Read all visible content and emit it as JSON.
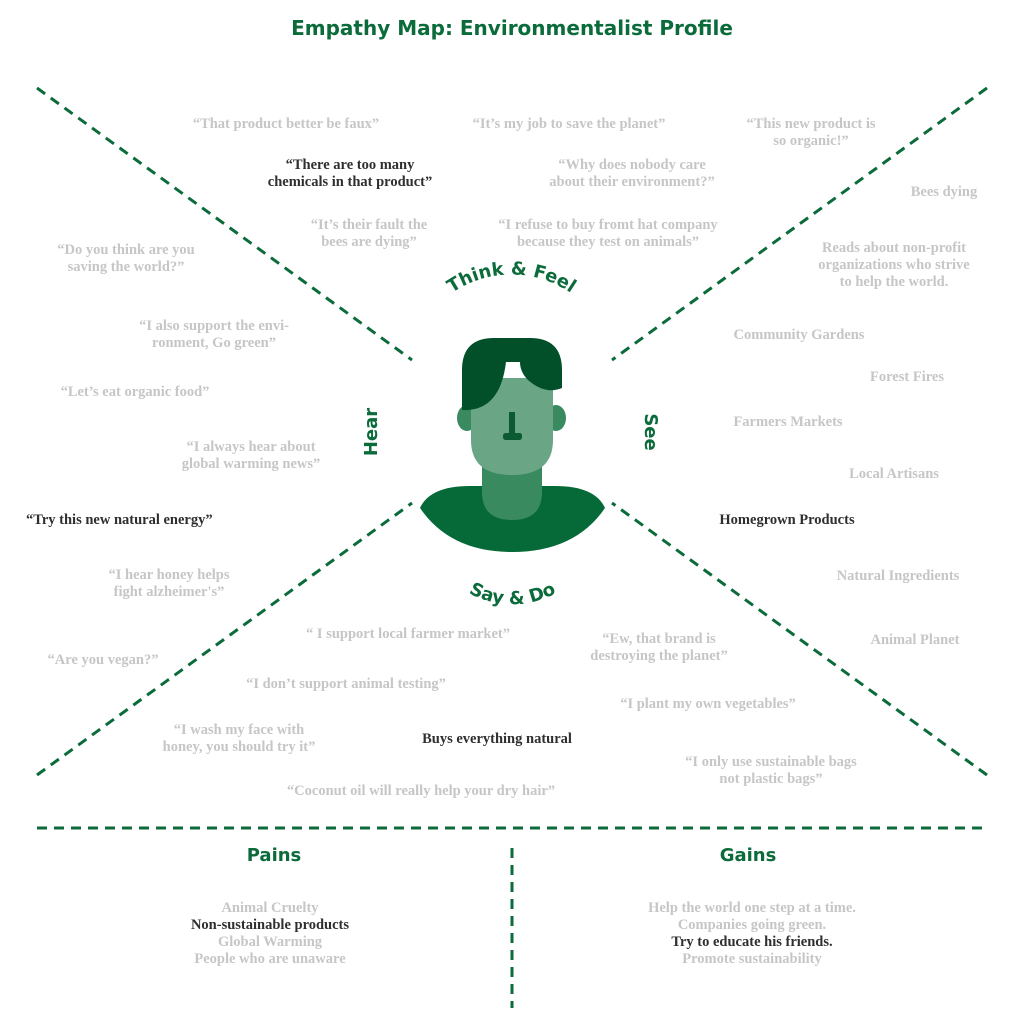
{
  "title": "Empathy Map: Environmentalist Profile",
  "colors": {
    "brand_green": "#0b6b3a",
    "muted_text": "#c6c6c6",
    "dark_text": "#2f2f2f"
  },
  "quadrant_labels": {
    "think_feel": "Think & Feel",
    "hear": "Hear",
    "see": "See",
    "say_do": "Say & Do"
  },
  "think_feel": [
    {
      "lines": [
        "“That product better be faux”"
      ],
      "emphasis": false
    },
    {
      "lines": [
        "“It’s my job to save the planet”"
      ],
      "emphasis": false
    },
    {
      "lines": [
        "“There are too many",
        "chemicals in that product”"
      ],
      "emphasis": true
    },
    {
      "lines": [
        "“Why does nobody care",
        "about their environment?”"
      ],
      "emphasis": false
    },
    {
      "lines": [
        "“It’s their fault the",
        "bees are dying”"
      ],
      "emphasis": false
    },
    {
      "lines": [
        "“I refuse to buy fromt hat company",
        "because they test on animals”"
      ],
      "emphasis": false
    }
  ],
  "hear": [
    {
      "lines": [
        "“Do you think are you",
        "saving the world?”"
      ],
      "emphasis": false
    },
    {
      "lines": [
        "“I also support the envi-",
        "ronment, Go green”"
      ],
      "emphasis": false
    },
    {
      "lines": [
        "“Let’s eat organic food”"
      ],
      "emphasis": false
    },
    {
      "lines": [
        "“I always hear about",
        "global warming news”"
      ],
      "emphasis": false
    },
    {
      "lines": [
        "“Try this new natural energy”"
      ],
      "emphasis": true
    },
    {
      "lines": [
        "“I hear honey helps",
        "fight alzheimer's”"
      ],
      "emphasis": false
    },
    {
      "lines": [
        "“Are you vegan?”"
      ],
      "emphasis": false
    }
  ],
  "see": [
    {
      "lines": [
        "“This new product is",
        "so organic!”"
      ],
      "emphasis": false
    },
    {
      "lines": [
        "Bees dying"
      ],
      "emphasis": false
    },
    {
      "lines": [
        "Reads about non-profit",
        "organizations who strive",
        "to help the world."
      ],
      "emphasis": false
    },
    {
      "lines": [
        "Community Gardens"
      ],
      "emphasis": false
    },
    {
      "lines": [
        "Forest Fires"
      ],
      "emphasis": false
    },
    {
      "lines": [
        "Farmers Markets"
      ],
      "emphasis": false
    },
    {
      "lines": [
        "Local Artisans"
      ],
      "emphasis": false
    },
    {
      "lines": [
        "Homegrown Products"
      ],
      "emphasis": true
    },
    {
      "lines": [
        "Natural Ingredients"
      ],
      "emphasis": false
    },
    {
      "lines": [
        "Animal Planet"
      ],
      "emphasis": false
    }
  ],
  "say_do": [
    {
      "lines": [
        "“ I support local farmer market”"
      ],
      "emphasis": false
    },
    {
      "lines": [
        "“Ew, that brand is",
        "destroying the planet”"
      ],
      "emphasis": false
    },
    {
      "lines": [
        "“I don’t support animal testing”"
      ],
      "emphasis": false
    },
    {
      "lines": [
        "“I plant my own vegetables”"
      ],
      "emphasis": false
    },
    {
      "lines": [
        "“I wash my face with",
        "honey, you should try it”"
      ],
      "emphasis": false
    },
    {
      "lines": [
        "Buys everything natural"
      ],
      "emphasis": true
    },
    {
      "lines": [
        "“I only use sustainable bags",
        "not plastic bags”"
      ],
      "emphasis": false
    },
    {
      "lines": [
        "“Coconut oil will really help your dry hair”"
      ],
      "emphasis": false
    }
  ],
  "pains": {
    "heading": "Pains",
    "items": [
      {
        "text": "Animal Cruelty",
        "emphasis": false
      },
      {
        "text": "Non-sustainable products",
        "emphasis": true
      },
      {
        "text": "Global Warming",
        "emphasis": false
      },
      {
        "text": "People who are unaware",
        "emphasis": false
      }
    ]
  },
  "gains": {
    "heading": "Gains",
    "items": [
      {
        "text": "Help the world one step at a time.",
        "emphasis": false
      },
      {
        "text": "Companies going green.",
        "emphasis": false
      },
      {
        "text": "Try to educate his friends.",
        "emphasis": true
      },
      {
        "text": "Promote sustainability",
        "emphasis": false
      }
    ]
  }
}
